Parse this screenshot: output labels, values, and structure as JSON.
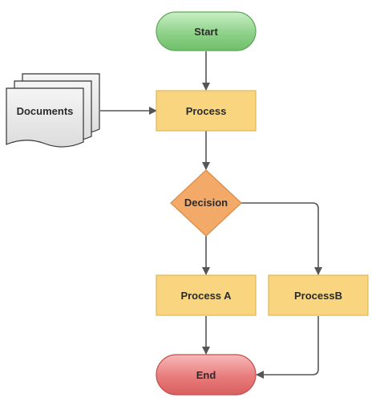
{
  "diagram": {
    "nodes": {
      "start": {
        "label": "Start",
        "shape": "terminator",
        "color": "#8fd18a"
      },
      "documents": {
        "label": "Documents",
        "shape": "multi-document",
        "color": "#e6e6e6"
      },
      "process": {
        "label": "Process",
        "shape": "process",
        "color": "#f8d57e"
      },
      "decision": {
        "label": "Decision",
        "shape": "decision",
        "color": "#f3a968"
      },
      "process_a": {
        "label": "Process A",
        "shape": "process",
        "color": "#f8d57e"
      },
      "process_b": {
        "label": "ProcessB",
        "shape": "process",
        "color": "#f8d57e"
      },
      "end": {
        "label": "End",
        "shape": "terminator",
        "color": "#e87c7c"
      }
    },
    "edges": [
      {
        "from": "start",
        "to": "process"
      },
      {
        "from": "documents",
        "to": "process"
      },
      {
        "from": "process",
        "to": "decision"
      },
      {
        "from": "decision",
        "to": "process_a"
      },
      {
        "from": "decision",
        "to": "process_b"
      },
      {
        "from": "process_a",
        "to": "end"
      },
      {
        "from": "process_b",
        "to": "end"
      }
    ]
  }
}
